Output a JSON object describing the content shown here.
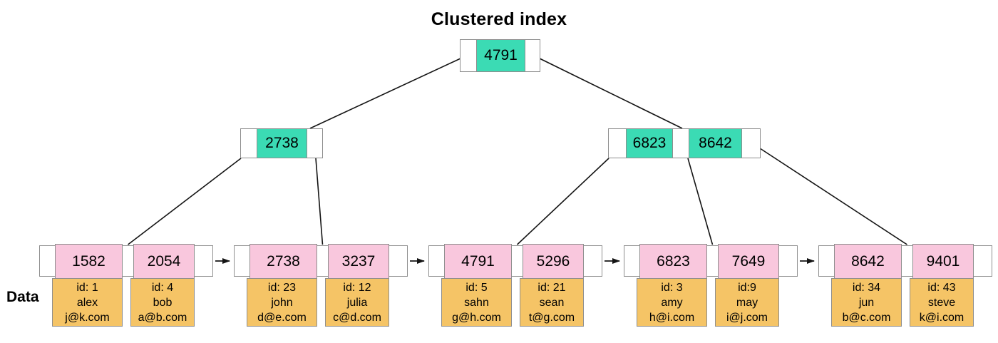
{
  "title": "Clustered index",
  "data_label": "Data",
  "colors": {
    "index_key_fill": "#3bdbb4",
    "leaf_key_fill": "#f9c7dd",
    "record_fill": "#f5c466",
    "cell_border": "#8e8e8e",
    "connector_line": "#141414",
    "text": "#000000",
    "background": "#ffffff"
  },
  "index_nodes": [
    {
      "id": "root",
      "level": "root",
      "keys": [
        "4791"
      ]
    },
    {
      "id": "internal-left",
      "level": "internal",
      "keys": [
        "2738"
      ]
    },
    {
      "id": "internal-right",
      "level": "internal",
      "keys": [
        "6823",
        "8642"
      ]
    }
  ],
  "leaf_nodes": [
    {
      "id": "leaf-1",
      "keys": [
        "1582",
        "2054"
      ],
      "records": [
        [
          "id: 1",
          "alex",
          "j@k.com"
        ],
        [
          "id: 4",
          "bob",
          "a@b.com"
        ]
      ]
    },
    {
      "id": "leaf-2",
      "keys": [
        "2738",
        "3237"
      ],
      "records": [
        [
          "id: 23",
          "john",
          "d@e.com"
        ],
        [
          "id: 12",
          "julia",
          "c@d.com"
        ]
      ]
    },
    {
      "id": "leaf-3",
      "keys": [
        "4791",
        "5296"
      ],
      "records": [
        [
          "id: 5",
          "sahn",
          "g@h.com"
        ],
        [
          "id: 21",
          "sean",
          "t@g.com"
        ]
      ]
    },
    {
      "id": "leaf-4",
      "keys": [
        "6823",
        "7649"
      ],
      "records": [
        [
          "id: 3",
          "amy",
          "h@i.com"
        ],
        [
          "id:9",
          "may",
          "i@j.com"
        ]
      ]
    },
    {
      "id": "leaf-5",
      "keys": [
        "8642",
        "9401"
      ],
      "records": [
        [
          "id: 34",
          "jun",
          "b@c.com"
        ],
        [
          "id: 43",
          "steve",
          "k@i.com"
        ]
      ]
    }
  ],
  "edges": [
    {
      "from": "root",
      "to": "internal-left"
    },
    {
      "from": "root",
      "to": "internal-right"
    },
    {
      "from": "internal-left",
      "to": "leaf-1"
    },
    {
      "from": "internal-left",
      "to": "leaf-2"
    },
    {
      "from": "internal-right",
      "to": "leaf-3"
    },
    {
      "from": "internal-right",
      "to": "leaf-4"
    },
    {
      "from": "internal-right",
      "to": "leaf-5"
    }
  ],
  "leaf_chain_arrows": [
    {
      "from": "leaf-1",
      "to": "leaf-2"
    },
    {
      "from": "leaf-2",
      "to": "leaf-3"
    },
    {
      "from": "leaf-3",
      "to": "leaf-4"
    },
    {
      "from": "leaf-4",
      "to": "leaf-5"
    }
  ]
}
